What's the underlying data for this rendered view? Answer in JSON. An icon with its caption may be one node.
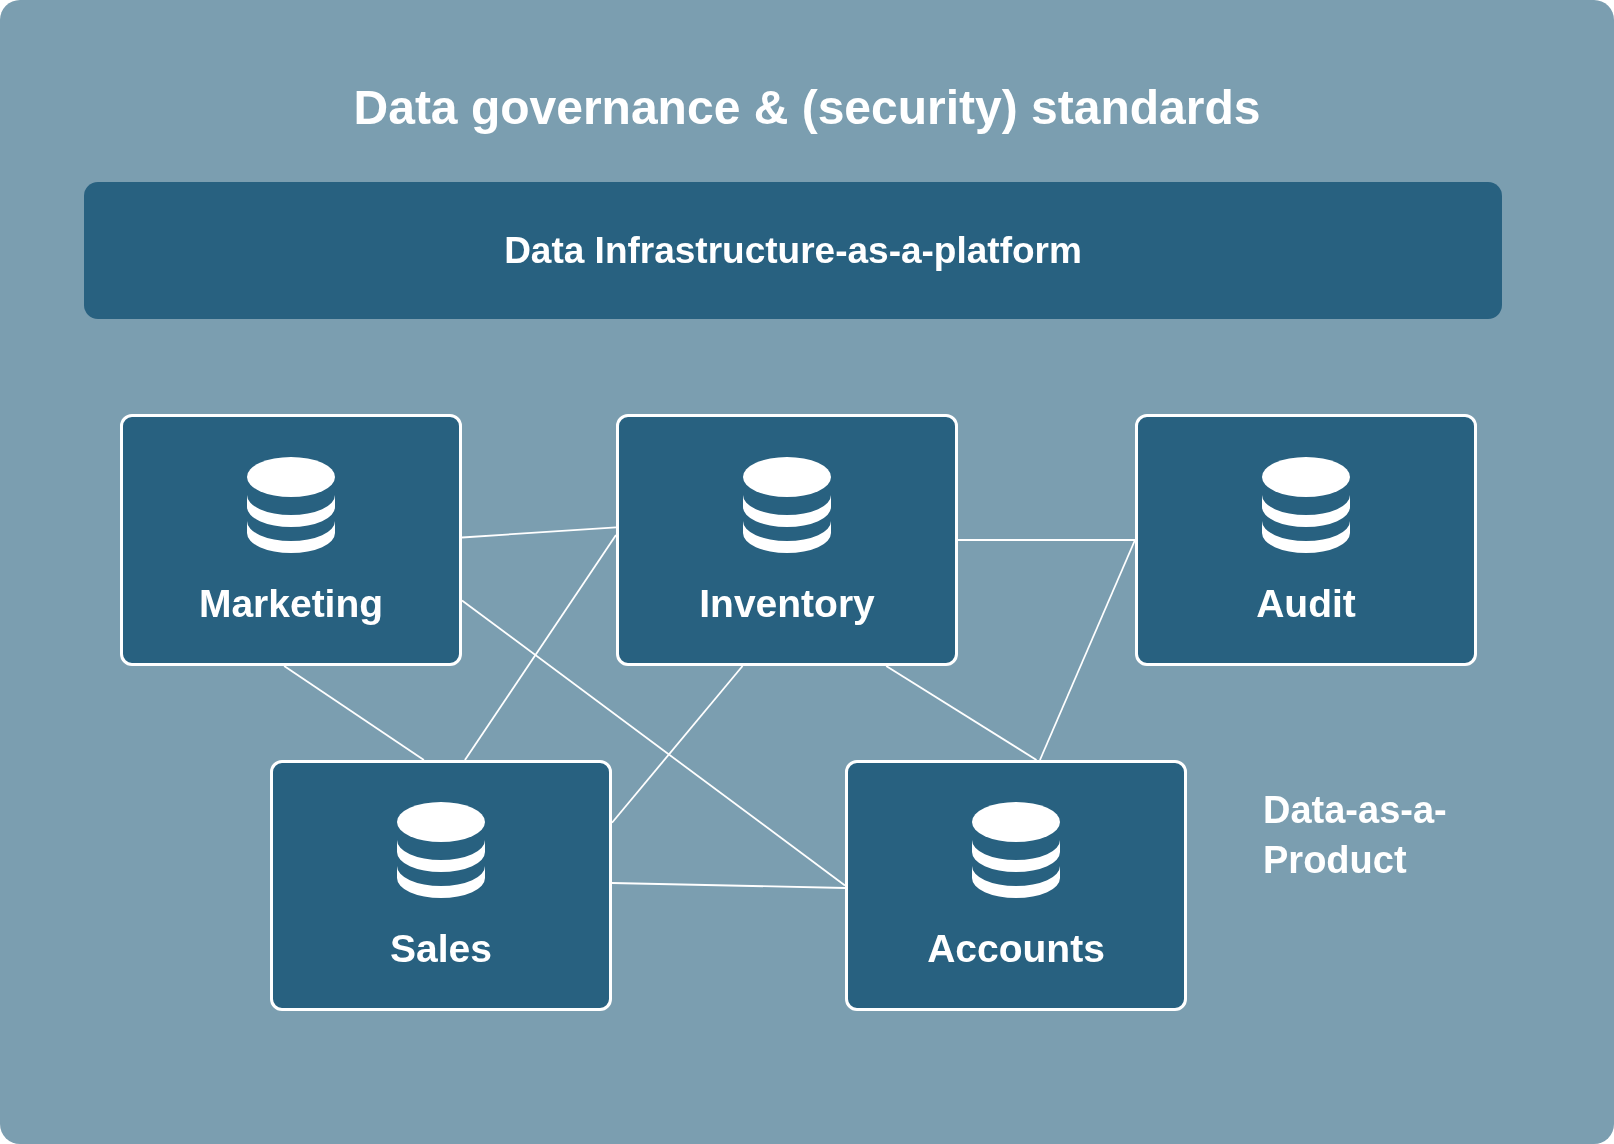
{
  "diagram": {
    "nodes": [
      {
        "text": [
          "Data governance & (security) standards"
        ]
      },
      {
        "text": [
          "Data Infrastructure-as-a-platform"
        ],
        "in": 0
      },
      {
        "text": [
          "Marketing"
        ],
        "in": 0
      },
      {
        "text": [
          "Inventory"
        ],
        "in": 0
      },
      {
        "text": [
          "Audit"
        ],
        "in": 0
      },
      {
        "text": [
          "Sales"
        ],
        "in": 0
      },
      {
        "text": [
          "Accounts"
        ],
        "in": 0
      }
    ],
    "edges": [
      {
        "from": 2,
        "to": 3,
        "arrow": "none"
      },
      {
        "from": 2,
        "to": 5,
        "arrow": "none"
      },
      {
        "from": 2,
        "to": 6,
        "arrow": "none"
      },
      {
        "from": 3,
        "to": 5,
        "arrow": "none"
      },
      {
        "from": 3,
        "to": 5,
        "arrow": "none"
      },
      {
        "from": 3,
        "to": 4,
        "arrow": "none"
      },
      {
        "from": 3,
        "to": 6,
        "arrow": "none"
      },
      {
        "from": 4,
        "to": 6,
        "arrow": "none"
      },
      {
        "from": 5,
        "to": 6,
        "arrow": "none"
      }
    ],
    "labels": [
      "Data-as-a-Product"
    ]
  }
}
